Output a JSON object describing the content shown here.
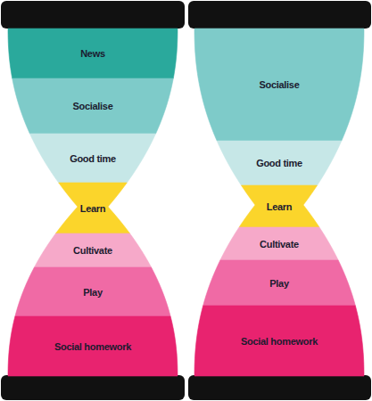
{
  "diagram": {
    "nodes": [
      {
        "text": [
          "News"
        ]
      },
      {
        "text": [
          "Socialise"
        ]
      },
      {
        "text": [
          "Good time"
        ]
      },
      {
        "text": [
          "Learn"
        ]
      },
      {
        "text": [
          "Cultivate"
        ]
      },
      {
        "text": [
          "Play"
        ]
      },
      {
        "text": [
          "Social homework"
        ]
      },
      {
        "text": [
          "Socialise"
        ]
      },
      {
        "text": [
          "Good time"
        ]
      },
      {
        "text": [
          "Learn"
        ]
      },
      {
        "text": [
          "Cultivate"
        ]
      },
      {
        "text": [
          "Play"
        ]
      },
      {
        "text": [
          "Social homework"
        ]
      }
    ]
  }
}
